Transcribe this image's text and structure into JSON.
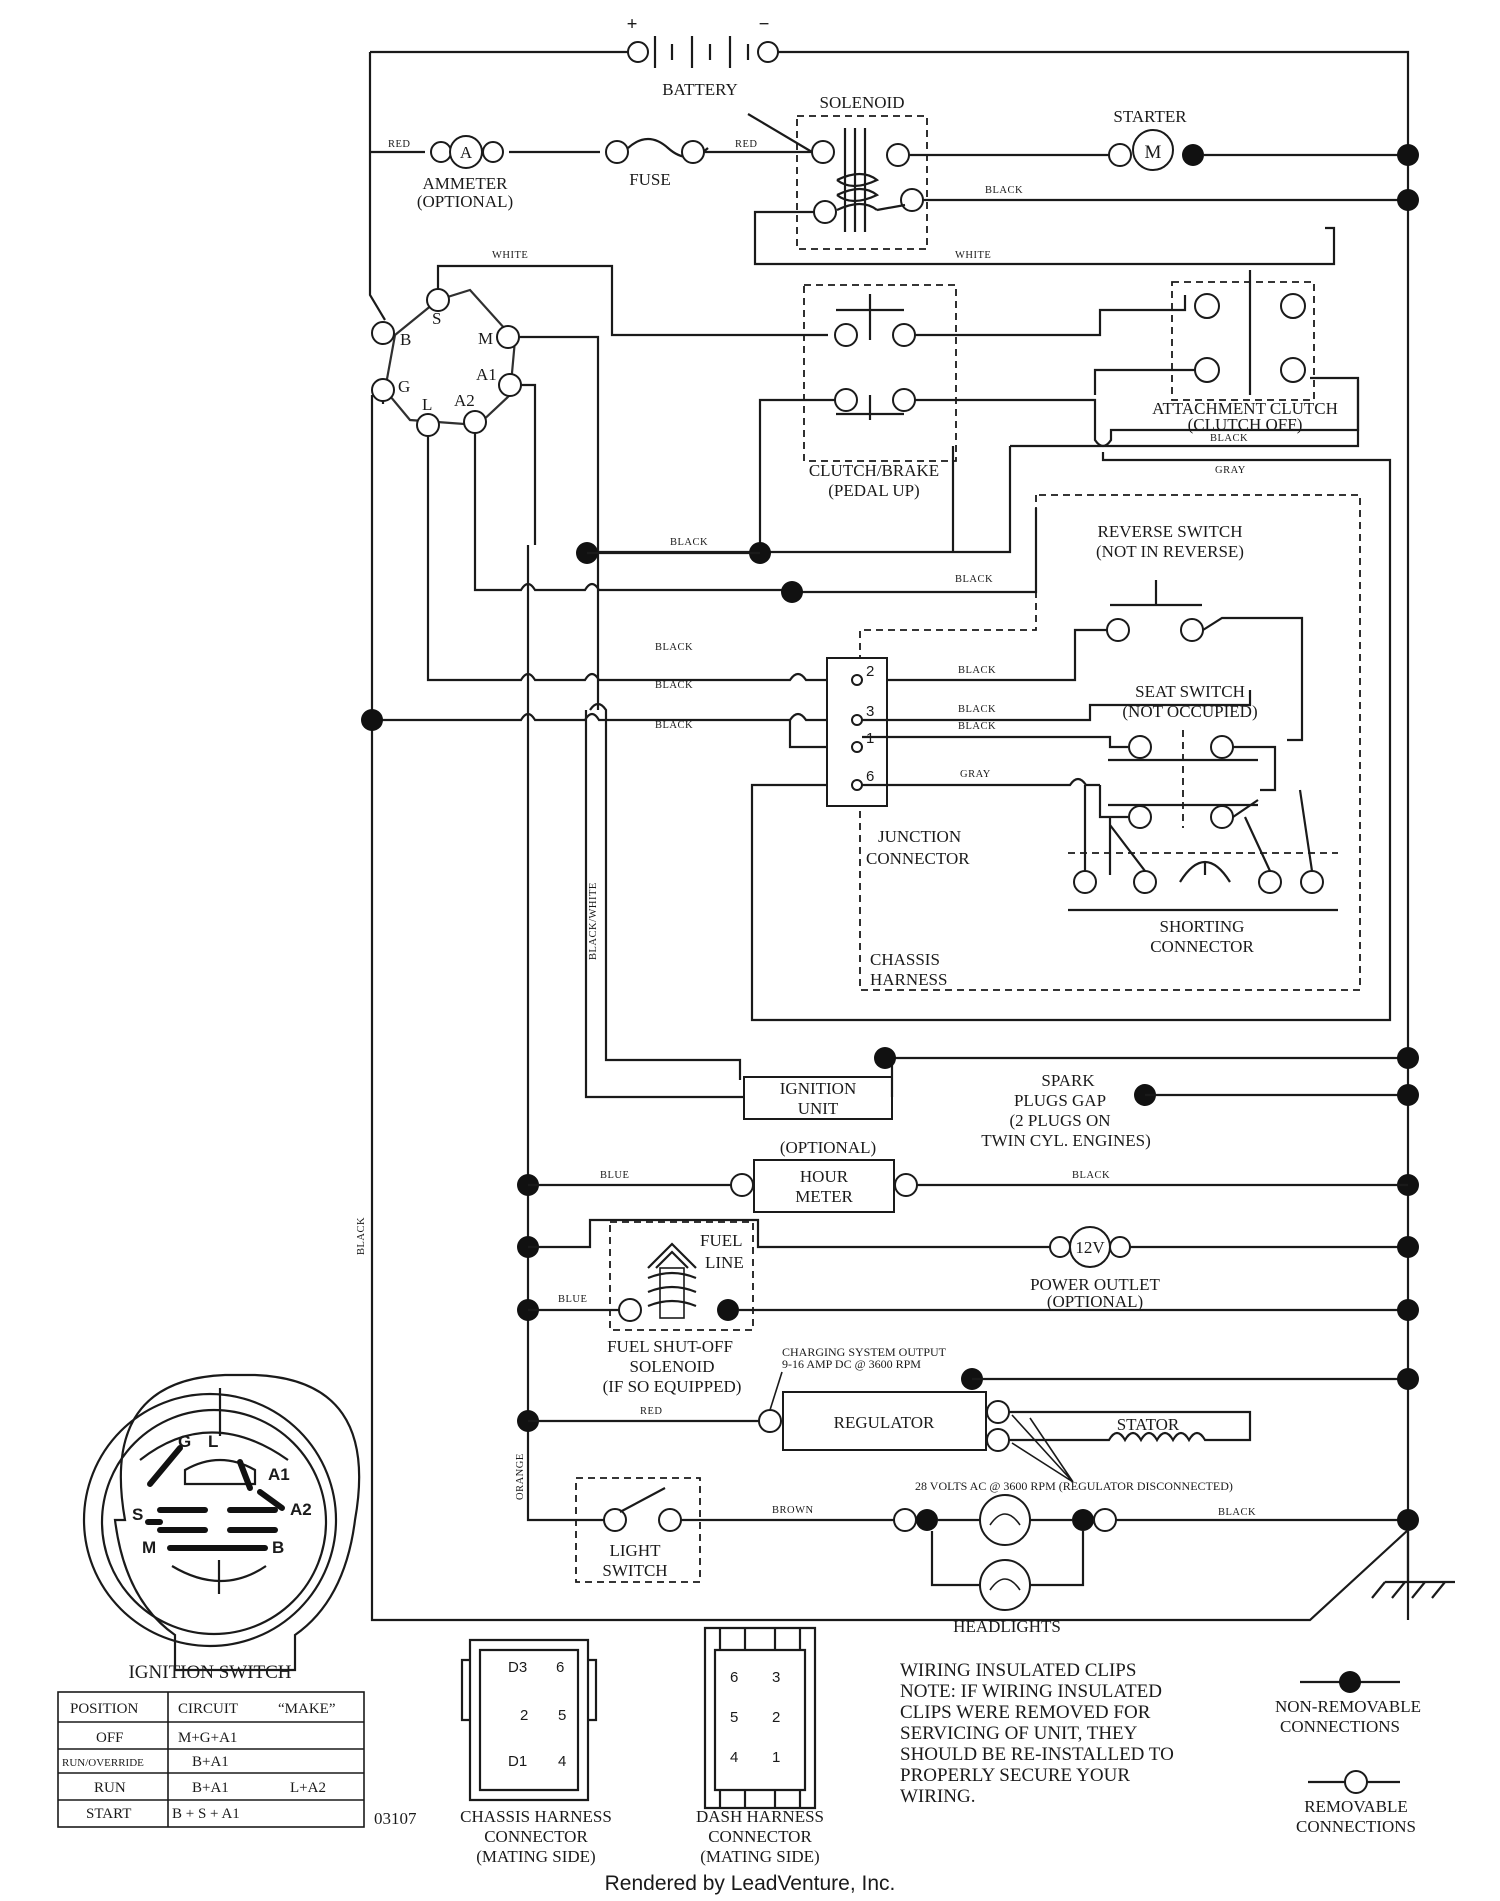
{
  "components": {
    "battery": "BATTERY",
    "battery_pos": "+",
    "battery_neg": "−",
    "solenoid": "SOLENOID",
    "starter": "STARTER",
    "starter_symbol": "M",
    "ammeter_symbol": "A",
    "ammeter": [
      "AMMETER",
      "(OPTIONAL)"
    ],
    "fuse": "FUSE",
    "clutch_brake": [
      "CLUTCH/BRAKE",
      "(PEDAL UP)"
    ],
    "attachment_clutch": [
      "ATTACHMENT CLUTCH",
      "(CLUTCH OFF)"
    ],
    "reverse_switch": [
      "REVERSE SWITCH",
      "(NOT IN REVERSE)"
    ],
    "seat_switch": [
      "SEAT SWITCH",
      "(NOT OCCUPIED)"
    ],
    "junction_connector": [
      "JUNCTION",
      "CONNECTOR"
    ],
    "shorting_connector": [
      "SHORTING",
      "CONNECTOR"
    ],
    "chassis_harness": [
      "CHASSIS",
      "HARNESS"
    ],
    "ignition_unit": [
      "IGNITION",
      "UNIT"
    ],
    "spark_plugs": [
      "SPARK",
      "PLUGS GAP",
      "(2 PLUGS ON",
      "TWIN CYL. ENGINES)"
    ],
    "hour_meter": [
      "(OPTIONAL)",
      "HOUR",
      "METER"
    ],
    "fuel_line": [
      "FUEL",
      "LINE"
    ],
    "power_outlet_symbol": "12V",
    "power_outlet": [
      "POWER OUTLET",
      "(OPTIONAL)"
    ],
    "fuel_solenoid": [
      "FUEL SHUT-OFF",
      "SOLENOID",
      "(IF SO EQUIPPED)"
    ],
    "charging_output": [
      "CHARGING SYSTEM OUTPUT",
      "9-16 AMP DC @ 3600 RPM"
    ],
    "regulator": "REGULATOR",
    "stator": "STATOR",
    "stator_note": "28 VOLTS AC @ 3600 RPM (REGULATOR DISCONNECTED)",
    "light_switch": [
      "LIGHT",
      "SWITCH"
    ],
    "headlights": "HEADLIGHTS"
  },
  "ignition_terminals": [
    "S",
    "M",
    "A1",
    "A2",
    "L",
    "G",
    "B"
  ],
  "junction_pins": [
    "2",
    "3",
    "1",
    "6"
  ],
  "wire_colors": {
    "red": "RED",
    "white": "WHITE",
    "black": "BLACK",
    "gray": "GRAY",
    "blue": "BLUE",
    "orange": "ORANGE",
    "brown": "BROWN",
    "black_white": "BLACK/WHITE"
  },
  "ignition_switch": {
    "title": "IGNITION SWITCH",
    "face_labels": [
      "G",
      "L",
      "A1",
      "S",
      "A2",
      "M",
      "B"
    ],
    "table_headers": [
      "POSITION",
      "CIRCUIT",
      "“MAKE”"
    ],
    "rows": [
      {
        "position": "OFF",
        "circuit": "M+G+A1",
        "extra": ""
      },
      {
        "position": "RUN/OVERRIDE",
        "circuit": "B+A1",
        "extra": ""
      },
      {
        "position": "RUN",
        "circuit": "B+A1",
        "extra": "L+A2"
      },
      {
        "position": "START",
        "circuit": "B + S + A1",
        "extra": ""
      }
    ]
  },
  "drawing_number": "03107",
  "chassis_connector": {
    "pins": [
      "D3",
      "6",
      "2",
      "5",
      "D1",
      "4"
    ],
    "label": [
      "CHASSIS HARNESS",
      "CONNECTOR",
      "(MATING SIDE)"
    ]
  },
  "dash_connector": {
    "pins": [
      "6",
      "3",
      "5",
      "2",
      "4",
      "1"
    ],
    "label": [
      "DASH HARNESS",
      "CONNECTOR",
      "(MATING SIDE)"
    ]
  },
  "note": [
    "WIRING INSULATED CLIPS",
    "NOTE:  IF WIRING INSULATED",
    "CLIPS WERE REMOVED FOR",
    "SERVICING OF UNIT, THEY",
    "SHOULD BE RE-INSTALLED TO",
    "PROPERLY SECURE YOUR",
    " WIRING."
  ],
  "legend": {
    "non_removable": [
      "NON-REMOVABLE",
      "CONNECTIONS"
    ],
    "removable": [
      "REMOVABLE",
      "CONNECTIONS"
    ]
  },
  "footer": "Rendered by LeadVenture, Inc."
}
